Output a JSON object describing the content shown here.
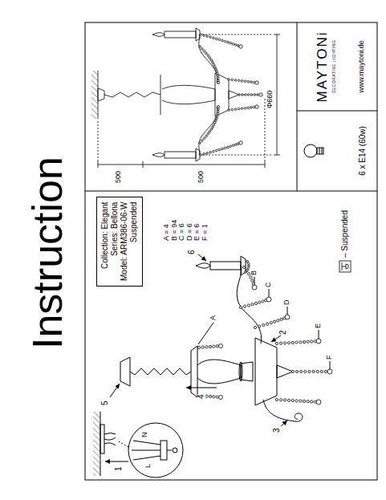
{
  "diagram": {
    "title": "Instruction",
    "nodes": [
      {
        "text": [
          "Collection: Elegant",
          "Series: Bellona",
          "Model: ARM386-06-W",
          "Suspended"
        ]
      },
      {
        "text": [
          "6 x E14 (60w)"
        ]
      },
      {
        "text": [
          "MAYTONi",
          "DECORATIVE LIGHTING",
          "www.maytoni.de"
        ]
      }
    ],
    "labels": [
      "A",
      "B",
      "C",
      "D",
      "E",
      "F",
      "1",
      "2",
      "3",
      "4",
      "5",
      "6",
      "A = 4",
      "B = 94",
      "C = 6",
      "D = 6",
      "E = 6",
      "F = 1",
      "500",
      "500",
      "Φ660",
      "L",
      "N"
    ],
    "legend": [
      {
        "text": "– Suspended"
      }
    ]
  }
}
